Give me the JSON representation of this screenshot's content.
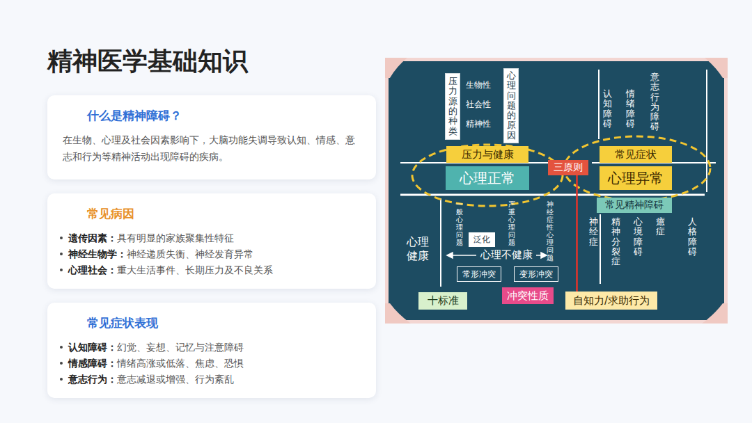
{
  "diagram": {
    "title": "精神医学基础知识",
    "nodes": [
      {
        "text": [
          "什么是精神障碍？",
          "在生物、心理及社会因素影响下，大脑功能失调导致认知、情感、意志和行为等精神活动出现障碍的疾病。"
        ]
      },
      {
        "text": [
          "常见病因",
          "遗传因素：",
          "具有明显的家族聚集性特征",
          "神经生物学：",
          "神经递质失衡、神经发育异常",
          "心理社会：",
          "重大生活事件、长期压力及不良关系"
        ]
      },
      {
        "text": [
          "常见症状表现",
          "认知障碍：",
          "幻觉、妄想、记忆与注意障碍",
          "情感障碍：",
          "情绪高涨或低落、焦虑、恐惧",
          "意志行为：",
          "意志减退或增强、行为紊乱"
        ]
      },
      {
        "text": [
          "压力源的种类"
        ]
      },
      {
        "text": [
          "心理问题的原因"
        ]
      },
      {
        "text": [
          "压力与健康"
        ]
      },
      {
        "text": [
          "心理正常"
        ]
      },
      {
        "text": [
          "三原则"
        ]
      },
      {
        "text": [
          "常见症状"
        ]
      },
      {
        "text": [
          "心理异常"
        ]
      },
      {
        "text": [
          "常见精神障碍"
        ]
      },
      {
        "text": [
          "泛化"
        ]
      },
      {
        "text": [
          "常形冲突"
        ]
      },
      {
        "text": [
          "变形冲突"
        ]
      },
      {
        "text": [
          "十标准"
        ]
      },
      {
        "text": [
          "冲突性质"
        ]
      },
      {
        "text": [
          "自知力/求助行为"
        ]
      }
    ],
    "edges": [
      {
        "from": 7,
        "to": 16,
        "arrow": "none"
      }
    ],
    "labels": [
      "生物性",
      "社会性",
      "精神性",
      "认知障碍",
      "情绪障碍",
      "意志行为障碍",
      "一般心理问题",
      "严重心理问题",
      "神经症性心理问题",
      "心理健康",
      "心理不健康",
      "神经症",
      "精神分裂症",
      "心境障碍",
      "癔症",
      "人格障碍"
    ]
  }
}
